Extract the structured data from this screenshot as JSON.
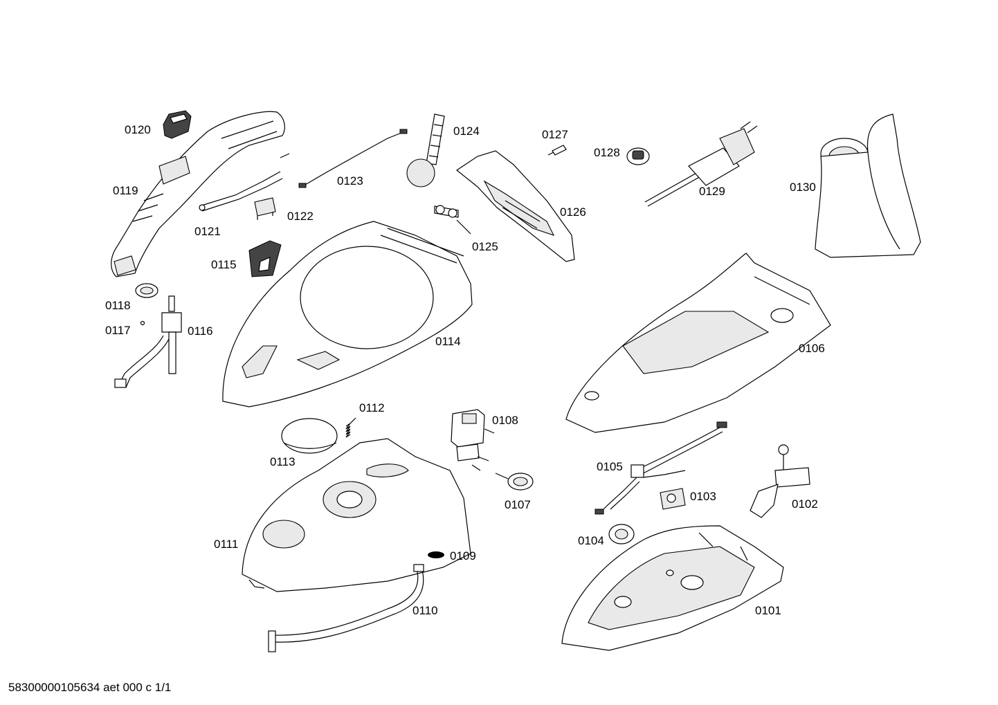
{
  "labels": {
    "p0101": "0101",
    "p0102": "0102",
    "p0103": "0103",
    "p0104": "0104",
    "p0105": "0105",
    "p0106": "0106",
    "p0107": "0107",
    "p0108": "0108",
    "p0109": "0109",
    "p0110": "0110",
    "p0111": "0111",
    "p0112": "0112",
    "p0113": "0113",
    "p0114": "0114",
    "p0115": "0115",
    "p0116": "0116",
    "p0117": "0117",
    "p0118": "0118",
    "p0119": "0119",
    "p0120": "0120",
    "p0121": "0121",
    "p0122": "0122",
    "p0123": "0123",
    "p0124": "0124",
    "p0125": "0125",
    "p0126": "0126",
    "p0127": "0127",
    "p0128": "0128",
    "p0129": "0129",
    "p0130": "0130"
  },
  "footer": "58300000105634 aet 000 c 1/1"
}
